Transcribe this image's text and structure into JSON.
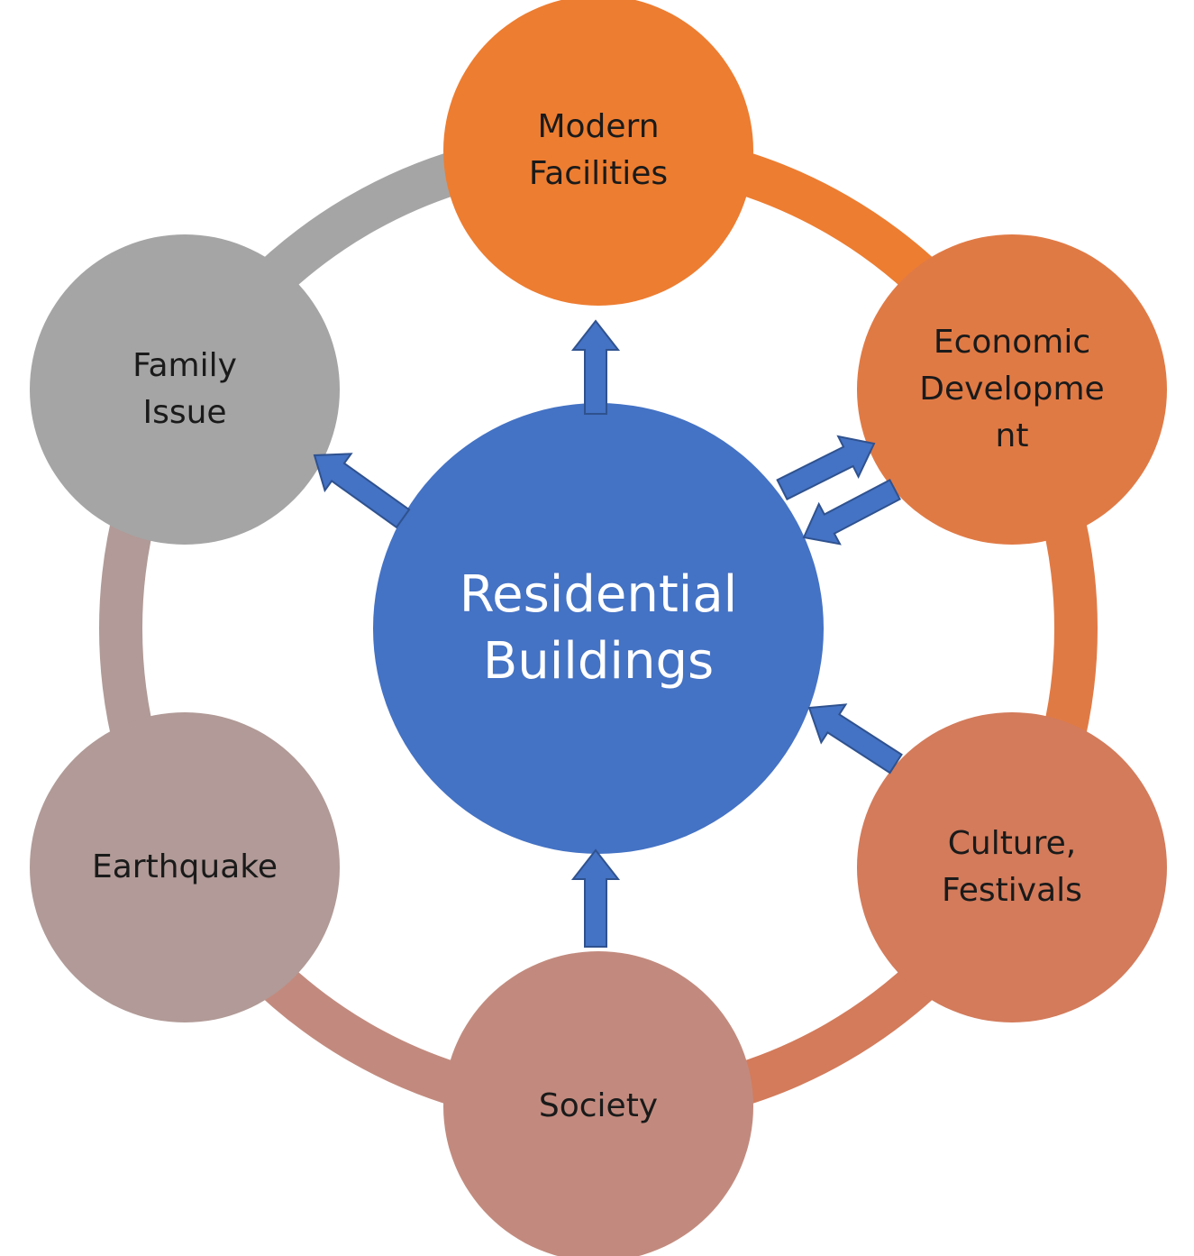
{
  "diagram": {
    "center": {
      "lines": [
        "Residential",
        "Buildings"
      ],
      "color": "#4472C4"
    },
    "arrow_color": "#4472C4",
    "nodes": [
      {
        "id": "modern",
        "lines": [
          "Modern",
          "Facilities"
        ],
        "color": "#ED7D31"
      },
      {
        "id": "economic",
        "lines": [
          "Economic",
          "Developme",
          "nt"
        ],
        "color": "#E07A45"
      },
      {
        "id": "culture",
        "lines": [
          "Culture,",
          "Festivals"
        ],
        "color": "#D37B5B"
      },
      {
        "id": "society",
        "lines": [
          "Society"
        ],
        "color": "#C28A7E"
      },
      {
        "id": "earthquake",
        "lines": [
          "Earthquake"
        ],
        "color": "#B19A97"
      },
      {
        "id": "family",
        "lines": [
          "Family",
          "Issue"
        ],
        "color": "#A5A5A5"
      }
    ],
    "ring_segments": [
      {
        "from": "modern",
        "to": "economic",
        "color": "#ED7D31"
      },
      {
        "from": "economic",
        "to": "culture",
        "color": "#E07A45"
      },
      {
        "from": "culture",
        "to": "society",
        "color": "#D37B5B"
      },
      {
        "from": "society",
        "to": "earthquake",
        "color": "#C28A7E"
      },
      {
        "from": "earthquake",
        "to": "family",
        "color": "#B19A97"
      },
      {
        "from": "family",
        "to": "modern",
        "color": "#A5A5A5"
      }
    ]
  }
}
